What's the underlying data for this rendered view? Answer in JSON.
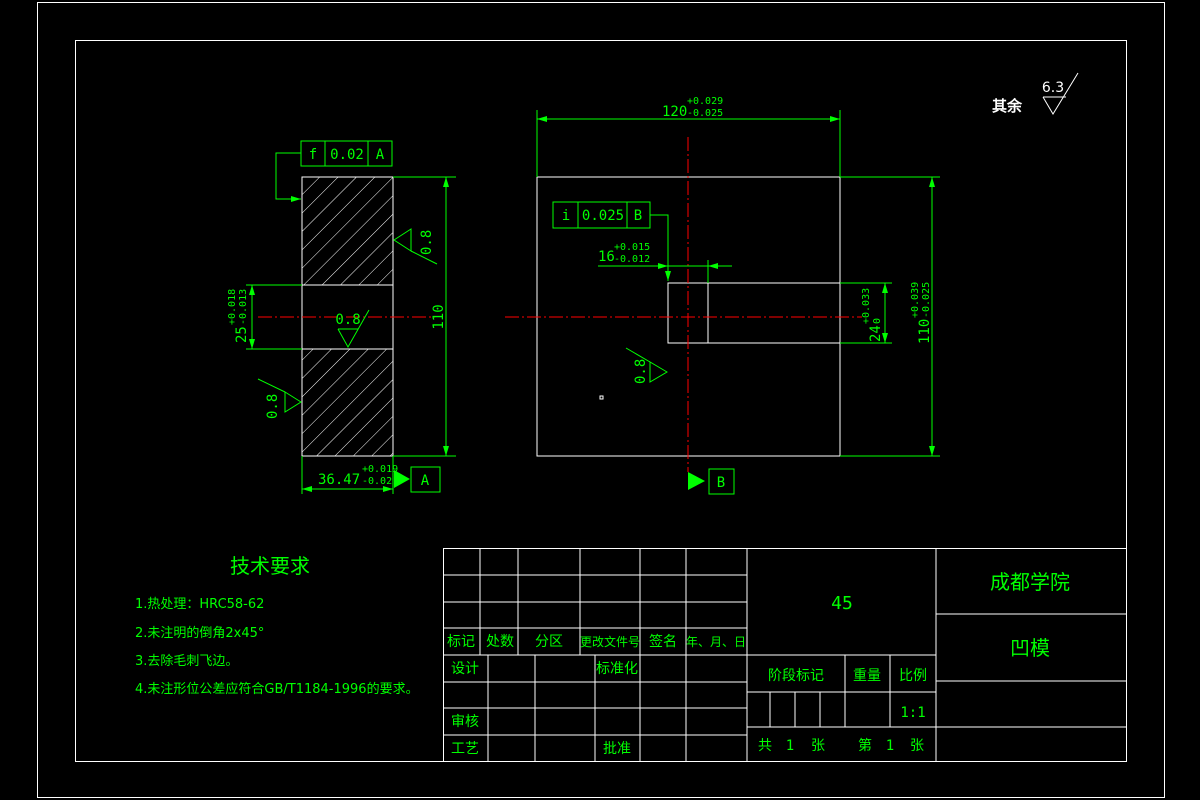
{
  "colors": {
    "background": "#000000",
    "object_line": "#ffffff",
    "dimension": "#00ff00",
    "center_line": "#ff0000"
  },
  "general_roughness": {
    "label": "其余",
    "value": "6.3"
  },
  "left_view": {
    "geometric_tolerance": {
      "symbol": "f",
      "value": "0.02",
      "datum": "A"
    },
    "height_dimension": "110",
    "bore_dimension": {
      "nominal": "25",
      "upper": "+0.018",
      "lower": "-0.013"
    },
    "width_dimension": {
      "nominal": "36.47",
      "upper": "+0.019",
      "lower": "-0.02"
    },
    "roughness_right": "0.8",
    "roughness_bore": "0.8",
    "roughness_left": "0.8",
    "datum_label": "A"
  },
  "right_view": {
    "width_dimension": {
      "nominal": "120",
      "upper": "+0.029",
      "lower": "-0.025"
    },
    "height_dimension": {
      "nominal": "110",
      "upper": "+0.039",
      "lower": "-0.025"
    },
    "slot_dimension": {
      "nominal": "24",
      "upper": "+0.033",
      "lower": "0"
    },
    "step_dimension": {
      "nominal": "16",
      "upper": "+0.015",
      "lower": "-0.012"
    },
    "geometric_tolerance": {
      "symbol": "i",
      "value": "0.025",
      "datum": "B"
    },
    "roughness": "0.8",
    "datum_label": "B"
  },
  "technical_requirements": {
    "title": "技术要求",
    "items": [
      "1.热处理：HRC58-62",
      "2.未注明的倒角2x45°",
      "3.去除毛刺飞边。",
      "4.未注形位公差应符合GB/T1184-1996的要求。"
    ]
  },
  "title_block": {
    "revision_headers": [
      "标记",
      "处数",
      "分区",
      "更改文件号",
      "签名",
      "年、月、日"
    ],
    "design": "设计",
    "standardization": "标准化",
    "review": "审核",
    "process": "工艺",
    "approval": "批准",
    "material": "45",
    "stage_mark": "阶段标记",
    "weight": "重量",
    "scale_label": "比例",
    "scale": "1:1",
    "sheets": {
      "total_prefix": "共",
      "total": "1",
      "total_suffix": "张",
      "current_prefix": "第",
      "current": "1",
      "current_suffix": "张"
    },
    "organization": "成都学院",
    "drawing_name": "凹模"
  }
}
